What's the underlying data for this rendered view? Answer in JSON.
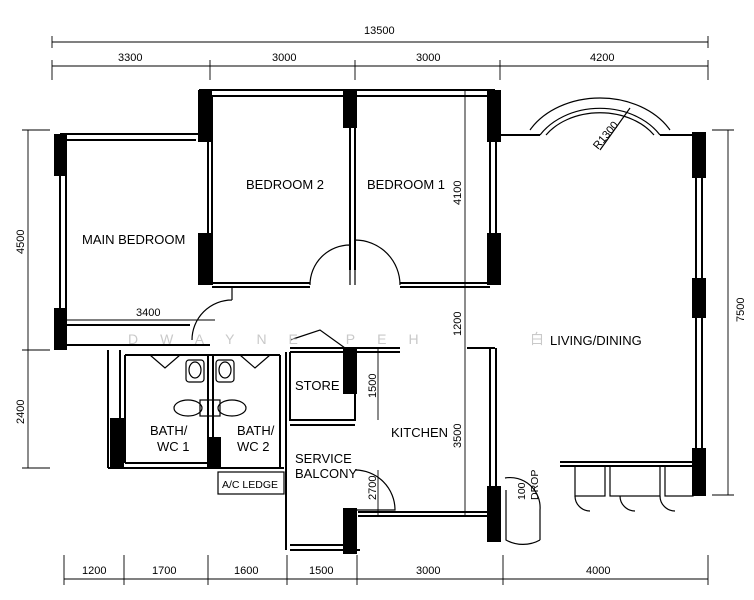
{
  "rooms": {
    "main_bedroom": "MAIN BEDROOM",
    "bedroom_2": "BEDROOM 2",
    "bedroom_1": "BEDROOM 1",
    "living_dining": "LIVING/DINING",
    "store": "STORE",
    "kitchen": "KITCHEN",
    "bath1_line1": "BATH/",
    "bath1_line2": "WC 1",
    "bath2_line1": "BATH/",
    "bath2_line2": "WC 2",
    "service_line1": "SERVICE",
    "service_line2": "BALCONY",
    "ac_ledge": "A/C LEDGE"
  },
  "dimensions": {
    "overall_width": "13500",
    "top": [
      "3300",
      "3000",
      "3000",
      "4200"
    ],
    "bottom": [
      "1200",
      "1700",
      "1600",
      "1500",
      "3000",
      "4000"
    ],
    "left": [
      "4500",
      "2400"
    ],
    "right": "7500",
    "bedroom1_depth": "4100",
    "corridor": "1200",
    "kitchen_depth": "3500",
    "store_depth": "1500",
    "service_depth": "2700",
    "main_bedroom_width": "3400",
    "bay_radius": "R1300",
    "drop_1": "100",
    "drop_2": "DROP"
  },
  "watermark": {
    "text": "DWAYNE PEH",
    "mark": "白"
  }
}
